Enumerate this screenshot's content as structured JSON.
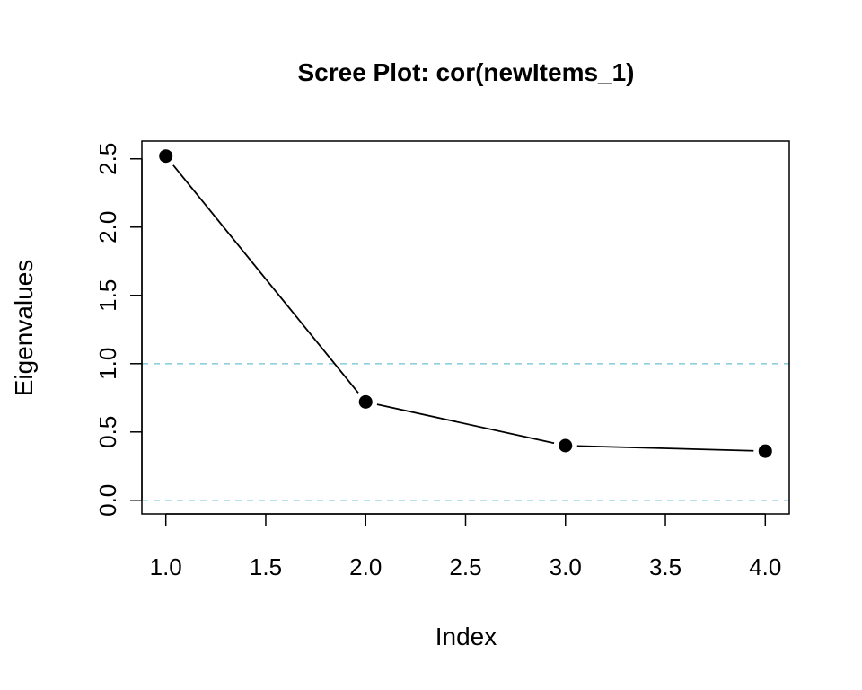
{
  "chart_data": {
    "type": "line",
    "title": "Scree Plot: cor(newItems_1)",
    "xlabel": "Index",
    "ylabel": "Eigenvalues",
    "x": [
      1,
      2,
      3,
      4
    ],
    "y": [
      2.52,
      0.72,
      0.4,
      0.36
    ],
    "xlim": [
      0.88,
      4.12
    ],
    "ylim": [
      -0.1,
      2.63
    ],
    "xticks": [
      "1.0",
      "1.5",
      "2.0",
      "2.5",
      "3.0",
      "3.5",
      "4.0"
    ],
    "yticks": [
      "0.0",
      "0.5",
      "1.0",
      "1.5",
      "2.0",
      "2.5"
    ],
    "reference_lines": [
      0,
      1
    ],
    "reference_line_color": "#8ecfdc",
    "series_color": "#000000",
    "grid": false
  }
}
